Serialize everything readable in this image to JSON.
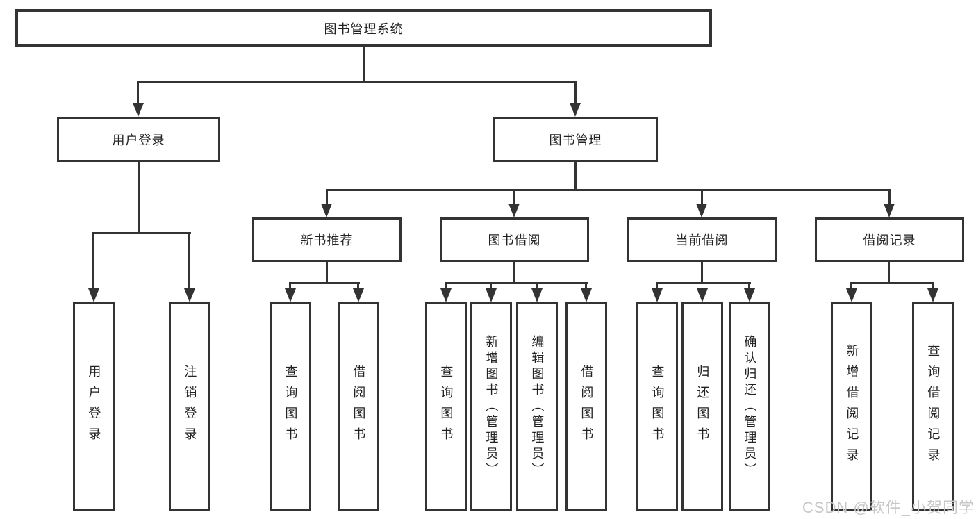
{
  "title": "图书管理系统",
  "tree": {
    "label": "图书管理系统",
    "children": [
      {
        "label": "用户登录",
        "children": [
          {
            "label": "用户登录"
          },
          {
            "label": "注销登录"
          }
        ]
      },
      {
        "label": "图书管理",
        "children": [
          {
            "label": "新书推荐",
            "children": [
              {
                "label": "查询图书"
              },
              {
                "label": "借阅图书"
              }
            ]
          },
          {
            "label": "图书借阅",
            "children": [
              {
                "label": "查询图书"
              },
              {
                "label": "新增图书（管理员）"
              },
              {
                "label": "编辑图书（管理员）"
              },
              {
                "label": "借阅图书"
              }
            ]
          },
          {
            "label": "当前借阅",
            "children": [
              {
                "label": "查询图书"
              },
              {
                "label": "归还图书"
              },
              {
                "label": "确认归还（管理员）"
              }
            ]
          },
          {
            "label": "借阅记录",
            "children": [
              {
                "label": "新增借阅记录"
              },
              {
                "label": "查询借阅记录"
              }
            ]
          }
        ]
      }
    ]
  },
  "watermark": "CSDN @软件_小贺同学",
  "colors": {
    "line": "#333333",
    "text": "#222222",
    "watermark": "#c7c7c7",
    "background": "#ffffff"
  }
}
